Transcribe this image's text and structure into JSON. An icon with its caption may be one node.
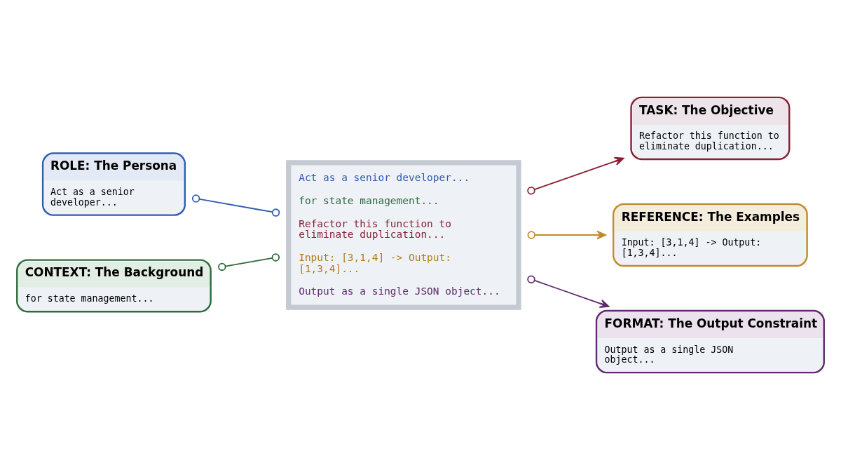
{
  "diagram": {
    "nodes": [
      {
        "text": [
          "ROLE: The Persona",
          "Act as a senior developer..."
        ]
      },
      {
        "text": [
          "CONTEXT: The Background",
          "for state management..."
        ]
      },
      {
        "text": [
          "Act as a senior developer...",
          "for state management...",
          "Refactor this function to eliminate duplication...",
          "Input: [3,1,4] -> Output: [1,3,4]...",
          "Output as a single JSON object..."
        ]
      },
      {
        "text": [
          "TASK: The Objective",
          "Refactor this function to eliminate duplication..."
        ]
      },
      {
        "text": [
          "REFERENCE: The Examples",
          "Input: [3,1,4] -> Output: [1,3,4]..."
        ]
      },
      {
        "text": [
          "FORMAT: The Output Constraint",
          "Output as a single JSON object..."
        ]
      }
    ],
    "edges": [
      {
        "from": 0,
        "to": 2,
        "arrow": "other",
        "color": "#2f5db0"
      },
      {
        "from": 1,
        "to": 2,
        "arrow": "other",
        "color": "#2e6b3e"
      },
      {
        "from": 2,
        "to": 3,
        "arrow": "to",
        "color": "#8a1f33"
      },
      {
        "from": 2,
        "to": 4,
        "arrow": "to",
        "color": "#c08a2a"
      },
      {
        "from": 2,
        "to": 5,
        "arrow": "to",
        "color": "#5e2a6b"
      }
    ]
  }
}
